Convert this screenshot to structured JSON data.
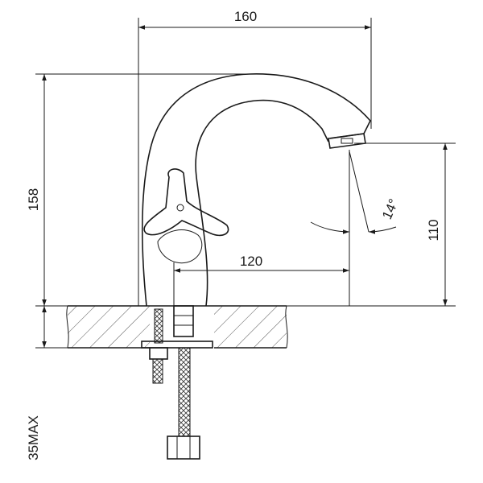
{
  "dimensions": {
    "overall_width": "160",
    "overall_height": "158",
    "spout_clearance": "110",
    "spout_reach": "120",
    "spray_angle": "14°",
    "max_counter_thickness": "35MAX"
  }
}
